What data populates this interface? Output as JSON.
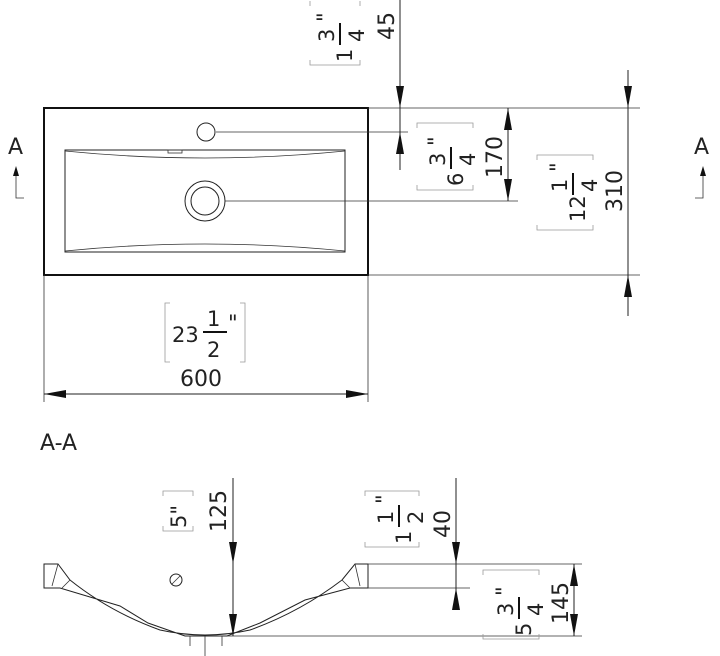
{
  "section_marks": {
    "left": "A",
    "right": "A",
    "section_title": "A-A"
  },
  "dims": {
    "width_mm": "600",
    "width_in_whole": "23",
    "width_in_num": "1",
    "width_in_den": "2",
    "width_in_q": "\"",
    "depth_mm": "310",
    "depth_in_whole": "12",
    "depth_in_num": "1",
    "depth_in_den": "4",
    "depth_in_q": "\"",
    "tap_mm": "45",
    "tap_in_whole": "1",
    "tap_in_num": "3",
    "tap_in_den": "4",
    "tap_in_q": "\"",
    "drain_mm": "170",
    "drain_in_whole": "6",
    "drain_in_num": "3",
    "drain_in_den": "4",
    "drain_in_q": "\"",
    "bowl_mm": "125",
    "bowl_in": "5\"",
    "rim_mm": "40",
    "rim_in_whole": "1",
    "rim_in_num": "1",
    "rim_in_den": "2",
    "rim_in_q": "\"",
    "height_mm": "145",
    "height_in_whole": "5",
    "height_in_num": "3",
    "height_in_den": "4",
    "height_in_q": "\""
  }
}
